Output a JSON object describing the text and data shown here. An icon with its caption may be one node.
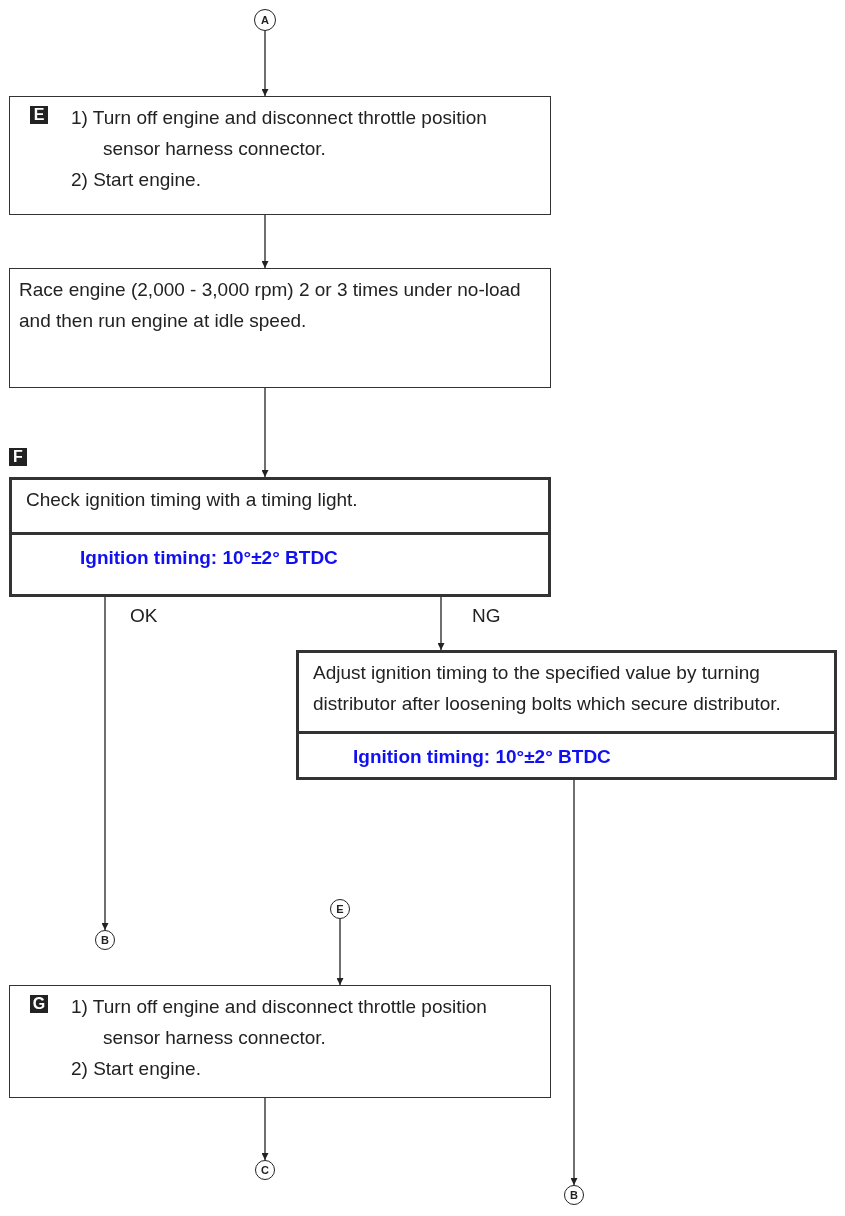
{
  "diagram": {
    "nodes": [
      {
        "text": [
          "A"
        ]
      },
      {
        "text": [
          "E",
          "1) Turn off engine and disconnect throttle position sensor harness connector.",
          "2) Start engine."
        ]
      },
      {
        "text": [
          "Race engine (2,000 - 3,000 rpm) 2 or 3 times under no-load and then run engine at idle speed."
        ]
      },
      {
        "text": [
          "F",
          "Check ignition timing with a timing light.",
          "Ignition timing: 10°±2° BTDC"
        ]
      },
      {
        "text": [
          "Adjust ignition timing to the specified value by turning distributor after loosening bolts which secure distributor.",
          "Ignition timing: 10°±2° BTDC"
        ]
      },
      {
        "text": [
          "B"
        ]
      },
      {
        "text": [
          "E"
        ]
      },
      {
        "text": [
          "G",
          "1) Turn off engine and disconnect throttle position sensor harness connector.",
          "2) Start engine."
        ]
      },
      {
        "text": [
          "C"
        ]
      },
      {
        "text": [
          "B"
        ]
      }
    ],
    "edges": [
      {
        "from": 0,
        "to": 1,
        "arrow": "to"
      },
      {
        "from": 1,
        "to": 2,
        "arrow": "to"
      },
      {
        "from": 2,
        "to": 3,
        "arrow": "to"
      },
      {
        "from": 3,
        "to": 5,
        "arrow": "to",
        "label": "OK"
      },
      {
        "from": 3,
        "to": 4,
        "arrow": "to",
        "label": "NG"
      },
      {
        "from": 4,
        "to": 9,
        "arrow": "to"
      },
      {
        "from": 6,
        "to": 7,
        "arrow": "to"
      },
      {
        "from": 7,
        "to": 8,
        "arrow": "to"
      }
    ]
  }
}
